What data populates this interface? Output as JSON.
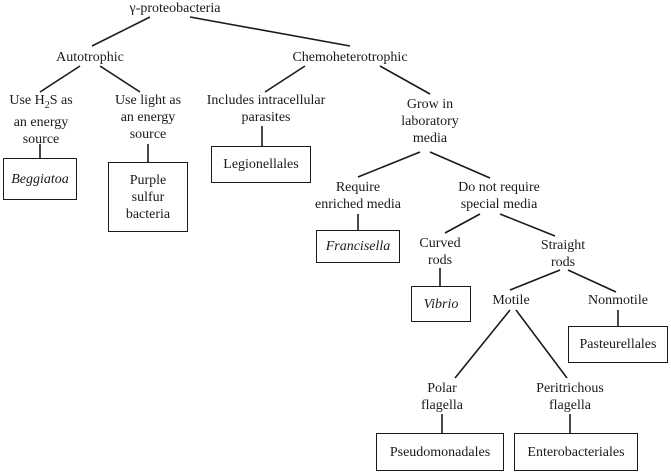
{
  "root": "γ-proteobacteria",
  "autotrophic": {
    "label": "Autotrophic",
    "h2s_line1_pre": "Use H",
    "h2s_sub": "2",
    "h2s_line1_post": "S as",
    "h2s_line2": "an energy",
    "h2s_line3": "source",
    "light_line1": "Use light as",
    "light_line2": "an energy",
    "light_line3": "source",
    "beggiatoa": "Beggiatoa",
    "purple_line1": "Purple",
    "purple_line2": "sulfur",
    "purple_line3": "bacteria"
  },
  "chemo": {
    "label": "Chemoheterotrophic",
    "intracellular_line1": "Includes intracellular",
    "intracellular_line2": "parasites",
    "legionellales": "Legionellales",
    "grow_line1": "Grow in",
    "grow_line2": "laboratory",
    "grow_line3": "media",
    "require_line1": "Require",
    "require_line2": "enriched media",
    "francisella": "Francisella",
    "notrequire_line1": "Do not require",
    "notrequire_line2": "special media",
    "curved_line1": "Curved",
    "curved_line2": "rods",
    "vibrio": "Vibrio",
    "straight_line1": "Straight",
    "straight_line2": "rods",
    "motile": "Motile",
    "nonmotile": "Nonmotile",
    "pasteurellales": "Pasteurellales",
    "polar_line1": "Polar",
    "polar_line2": "flagella",
    "peri_line1": "Peritrichous",
    "peri_line2": "flagella",
    "pseudomonadales": "Pseudomonadales",
    "enterobacteriales": "Enterobacteriales"
  }
}
